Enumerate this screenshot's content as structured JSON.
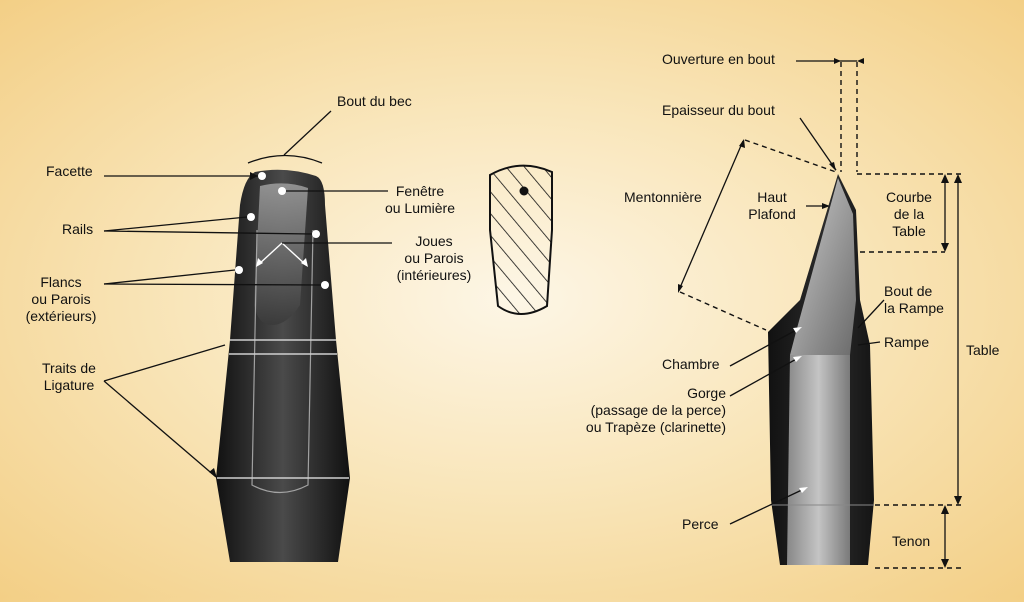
{
  "left_diagram": {
    "labels": {
      "bout_du_bec": "Bout du bec",
      "facette": "Facette",
      "rails": "Rails",
      "flancs": "Flancs\nou Parois\n(extérieurs)",
      "traits_ligature": "Traits de\nLigature",
      "fenetre": "Fenêtre\nou Lumière",
      "joues": "Joues\nou Parois\n(intérieures)"
    }
  },
  "right_diagram": {
    "labels": {
      "ouverture": "Ouverture en bout",
      "epaisseur": "Epaisseur du bout",
      "mentonniere": "Mentonnière",
      "haut_plafond": "Haut\nPlafond",
      "courbe_table": "Courbe\nde la\nTable",
      "bout_rampe": "Bout de\nla Rampe",
      "rampe": "Rampe",
      "table": "Table",
      "chambre": "Chambre",
      "gorge": "Gorge\n(passage de la perce)\nou Trapèze (clarinette)",
      "perce": "Perce",
      "tenon": "Tenon"
    }
  },
  "colors": {
    "background": "#f6dca2",
    "mouthpiece_body": "#2a2a2a",
    "mouthpiece_highlight": "#707070",
    "line": "#111111"
  }
}
